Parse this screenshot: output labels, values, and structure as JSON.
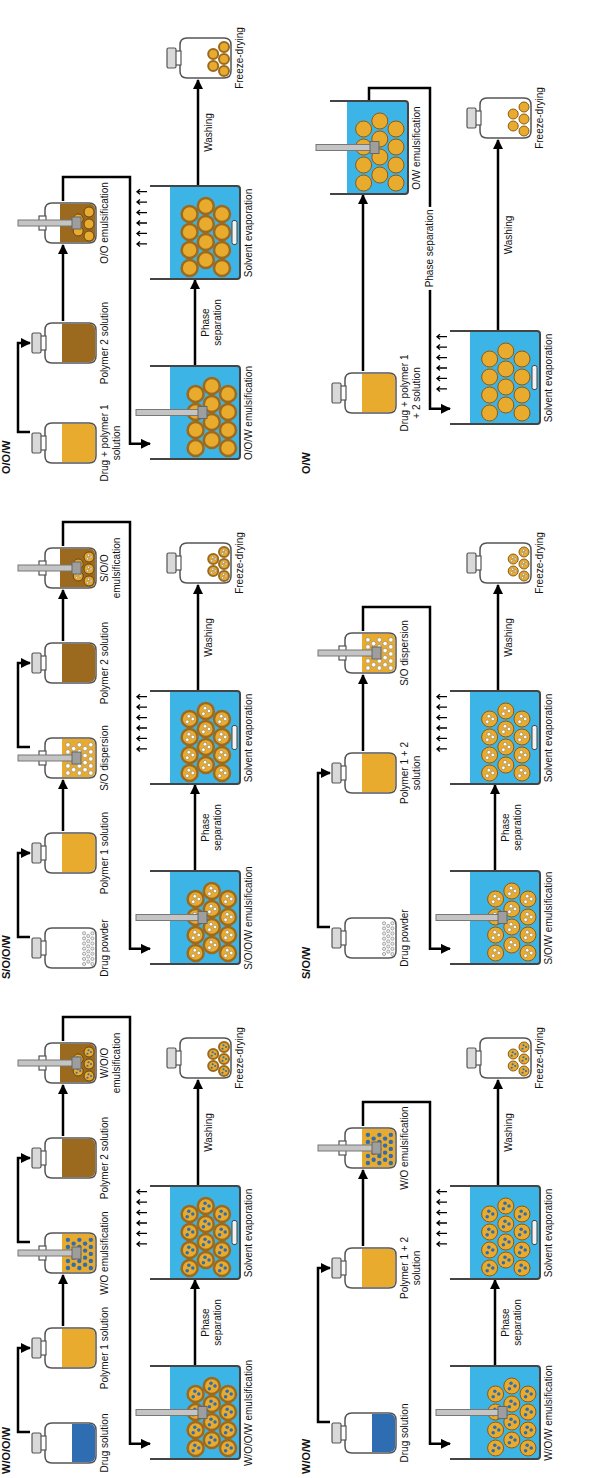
{
  "diagram": {
    "nodes": [
      {
        "text": [
          "Drug solution"
        ]
      },
      {
        "text": [
          "Polymer 1 solution"
        ]
      },
      {
        "text": [
          "W/O emulsification"
        ]
      },
      {
        "text": [
          "Polymer 2 solution"
        ]
      },
      {
        "text": [
          "W/O/O emulsification"
        ]
      },
      {
        "text": [
          "W/O/O/W emulsification"
        ]
      },
      {
        "text": [
          "Solvent evaporation"
        ]
      },
      {
        "text": [
          "Freeze-drying"
        ]
      },
      {
        "text": [
          "Drug powder"
        ]
      },
      {
        "text": [
          "Polymer 1 solution"
        ]
      },
      {
        "text": [
          "S/O dispersion"
        ]
      },
      {
        "text": [
          "Polymer 2 solution"
        ]
      },
      {
        "text": [
          "S/O/O emulsification"
        ]
      },
      {
        "text": [
          "S/O/O/W emulsification"
        ]
      },
      {
        "text": [
          "Solvent evaporation"
        ]
      },
      {
        "text": [
          "Freeze-drying"
        ]
      },
      {
        "text": [
          "Drug + polymer 1 solution"
        ]
      },
      {
        "text": [
          "Polymer 2 solution"
        ]
      },
      {
        "text": [
          "O/O emulsification"
        ]
      },
      {
        "text": [
          "O/O/W emulsification"
        ]
      },
      {
        "text": [
          "Solvent evaporation"
        ]
      },
      {
        "text": [
          "Freeze-drying"
        ]
      },
      {
        "text": [
          "Drug solution"
        ]
      },
      {
        "text": [
          "Polymer 1 + 2 solution"
        ]
      },
      {
        "text": [
          "W/O emulsification"
        ]
      },
      {
        "text": [
          "W/O/W emulsification"
        ]
      },
      {
        "text": [
          "Solvent evaporation"
        ]
      },
      {
        "text": [
          "Freeze-drying"
        ]
      },
      {
        "text": [
          "Drug powder"
        ]
      },
      {
        "text": [
          "Polymer 1 + 2 solution"
        ]
      },
      {
        "text": [
          "S/O dispersion"
        ]
      },
      {
        "text": [
          "S/O/W emulsification"
        ]
      },
      {
        "text": [
          "Solvent evaporation"
        ]
      },
      {
        "text": [
          "Freeze-drying"
        ]
      },
      {
        "text": [
          "Drug + polymer 1 + 2 solution"
        ]
      },
      {
        "text": [
          "O/W emulsification"
        ]
      },
      {
        "text": [
          "Solvent evaporation"
        ]
      },
      {
        "text": [
          "Freeze-drying"
        ]
      }
    ],
    "edges": [
      {
        "from": 0,
        "to": 1,
        "arrow": "to"
      },
      {
        "from": 1,
        "to": 2,
        "arrow": "to"
      },
      {
        "from": 2,
        "to": 3,
        "arrow": "to"
      },
      {
        "from": 3,
        "to": 4,
        "arrow": "to"
      },
      {
        "from": 4,
        "to": 5,
        "arrow": "to"
      },
      {
        "from": 5,
        "to": 6,
        "label": "Phase separation",
        "arrow": "to"
      },
      {
        "from": 6,
        "to": 7,
        "label": "Washing",
        "arrow": "to"
      },
      {
        "from": 8,
        "to": 9,
        "arrow": "to"
      },
      {
        "from": 9,
        "to": 10,
        "arrow": "to"
      },
      {
        "from": 10,
        "to": 11,
        "arrow": "to"
      },
      {
        "from": 11,
        "to": 12,
        "arrow": "to"
      },
      {
        "from": 12,
        "to": 13,
        "arrow": "to"
      },
      {
        "from": 13,
        "to": 14,
        "label": "Phase separation",
        "arrow": "to"
      },
      {
        "from": 14,
        "to": 15,
        "label": "Washing",
        "arrow": "to"
      },
      {
        "from": 16,
        "to": 17,
        "arrow": "to"
      },
      {
        "from": 17,
        "to": 18,
        "arrow": "to"
      },
      {
        "from": 18,
        "to": 19,
        "arrow": "to"
      },
      {
        "from": 19,
        "to": 20,
        "label": "Phase separation",
        "arrow": "to"
      },
      {
        "from": 20,
        "to": 21,
        "label": "Washing",
        "arrow": "to"
      },
      {
        "from": 22,
        "to": 23,
        "arrow": "to"
      },
      {
        "from": 23,
        "to": 24,
        "arrow": "to"
      },
      {
        "from": 24,
        "to": 25,
        "arrow": "to"
      },
      {
        "from": 25,
        "to": 26,
        "label": "Phase separation",
        "arrow": "to"
      },
      {
        "from": 26,
        "to": 27,
        "label": "Washing",
        "arrow": "to"
      },
      {
        "from": 28,
        "to": 29,
        "arrow": "to"
      },
      {
        "from": 29,
        "to": 30,
        "arrow": "to"
      },
      {
        "from": 30,
        "to": 31,
        "arrow": "to"
      },
      {
        "from": 31,
        "to": 32,
        "label": "Phase separation",
        "arrow": "to"
      },
      {
        "from": 32,
        "to": 33,
        "label": "Washing",
        "arrow": "to"
      },
      {
        "from": 34,
        "to": 35,
        "arrow": "to"
      },
      {
        "from": 35,
        "to": 36,
        "label": "Phase separation",
        "arrow": "to"
      },
      {
        "from": 36,
        "to": 37,
        "label": "Washing",
        "arrow": "to"
      }
    ],
    "labels": [
      "W/O/O/W",
      "S/O/O/W",
      "O/O/W",
      "W/O/W",
      "S/O/W",
      "O/W"
    ]
  }
}
